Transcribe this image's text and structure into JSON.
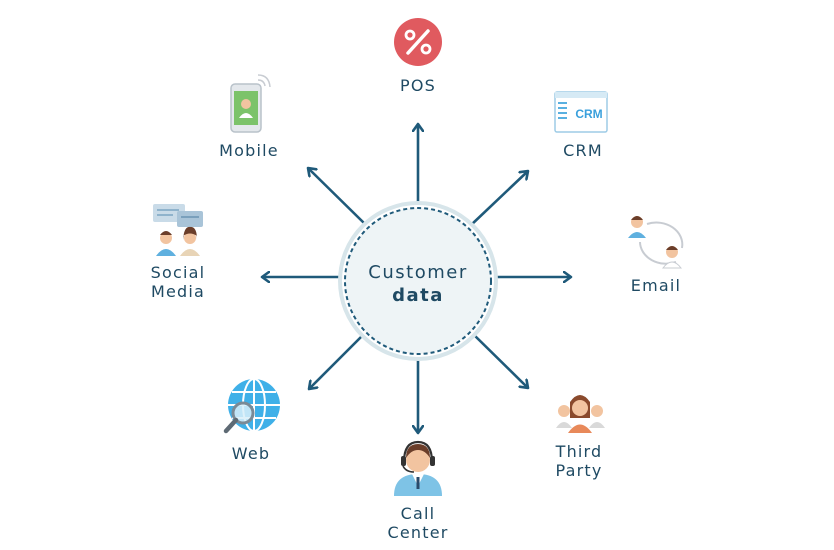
{
  "center": {
    "line1": "Customer",
    "line2": "data"
  },
  "nodes": {
    "pos": {
      "label": "POS",
      "icon": "percent-badge-icon"
    },
    "crm": {
      "label": "CRM",
      "icon": "crm-window-icon",
      "icon_text": "CRM"
    },
    "email": {
      "label": "Email",
      "icon": "email-exchange-icon"
    },
    "third_party": {
      "line1": "Third",
      "line2": "Party",
      "icon": "group-people-icon"
    },
    "call_center": {
      "line1": "Call",
      "line2": "Center",
      "icon": "headset-agent-icon"
    },
    "web": {
      "label": "Web",
      "icon": "globe-search-icon"
    },
    "social_media": {
      "line1": "Social",
      "line2": "Media",
      "icon": "chat-people-icon"
    },
    "mobile": {
      "label": "Mobile",
      "icon": "smartphone-icon"
    }
  },
  "colors": {
    "arrow": "#1f5a7a",
    "text": "#1f4a63",
    "accent_red": "#e05a5f",
    "circle_fill": "#eef4f6"
  }
}
